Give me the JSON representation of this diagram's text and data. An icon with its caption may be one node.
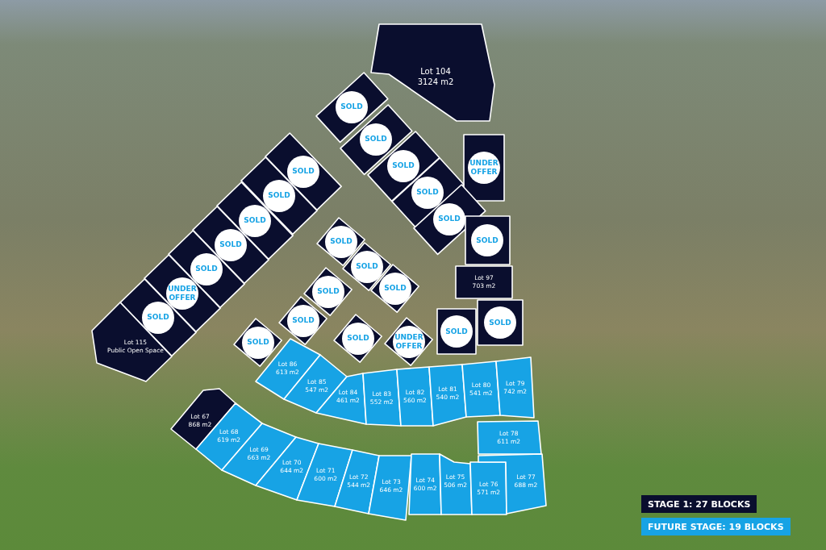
{
  "diagram": {
    "nodes": [
      {
        "text": [
          "Lot 104",
          "3124 m2"
        ]
      },
      {
        "text": [
          "SOLD"
        ]
      },
      {
        "text": [
          "SOLD"
        ]
      },
      {
        "text": [
          "SOLD"
        ]
      },
      {
        "text": [
          "UNDER OFFER"
        ]
      },
      {
        "text": [
          "SOLD"
        ]
      },
      {
        "text": [
          "SOLD"
        ]
      },
      {
        "text": [
          "SOLD"
        ]
      },
      {
        "text": [
          "Lot 97",
          "703 m2"
        ]
      },
      {
        "text": [
          "SOLD"
        ]
      },
      {
        "text": [
          "SOLD"
        ]
      },
      {
        "text": [
          "SOLD"
        ]
      },
      {
        "text": [
          "SOLD"
        ]
      },
      {
        "text": [
          "SOLD"
        ]
      },
      {
        "text": [
          "SOLD"
        ]
      },
      {
        "text": [
          "SOLD"
        ]
      },
      {
        "text": [
          "UNDER OFFER"
        ]
      },
      {
        "text": [
          "SOLD"
        ]
      },
      {
        "text": [
          "Lot 115",
          "Public Open Space"
        ]
      },
      {
        "text": [
          "SOLD"
        ]
      },
      {
        "text": [
          "SOLD"
        ]
      },
      {
        "text": [
          "SOLD"
        ]
      },
      {
        "text": [
          "SOLD"
        ]
      },
      {
        "text": [
          "SOLD"
        ]
      },
      {
        "text": [
          "SOLD"
        ]
      },
      {
        "text": [
          "UNDER OFFER"
        ]
      },
      {
        "text": [
          "SOLD"
        ]
      },
      {
        "text": [
          "Lot 86",
          "613 m2"
        ]
      },
      {
        "text": [
          "Lot 85",
          "547 m2"
        ]
      },
      {
        "text": [
          "Lot 84",
          "461 m2"
        ]
      },
      {
        "text": [
          "Lot 83",
          "552 m2"
        ]
      },
      {
        "text": [
          "Lot 82",
          "560 m2"
        ]
      },
      {
        "text": [
          "Lot 81",
          "540 m2"
        ]
      },
      {
        "text": [
          "Lot 80",
          "541 m2"
        ]
      },
      {
        "text": [
          "Lot 79",
          "742 m2"
        ]
      },
      {
        "text": [
          "Lot 78",
          "611 m2"
        ]
      },
      {
        "text": [
          "Lot 67",
          "868 m2"
        ]
      },
      {
        "text": [
          "Lot 68",
          "619 m2"
        ]
      },
      {
        "text": [
          "Lot 69",
          "663 m2"
        ]
      },
      {
        "text": [
          "Lot 70",
          "644 m2"
        ]
      },
      {
        "text": [
          "Lot 71",
          "600 m2"
        ]
      },
      {
        "text": [
          "Lot 72",
          "544 m2"
        ]
      },
      {
        "text": [
          "Lot 73",
          "646 m2"
        ]
      },
      {
        "text": [
          "Lot 74",
          "600 m2"
        ]
      },
      {
        "text": [
          "Lot 75",
          "506 m2"
        ]
      },
      {
        "text": [
          "Lot 76",
          "571 m2"
        ]
      },
      {
        "text": [
          "Lot 77",
          "688 m2"
        ]
      }
    ],
    "legend": [
      {
        "text": "STAGE 1: 27 BLOCKS",
        "color": "#0a0e2e"
      },
      {
        "text": "FUTURE STAGE: 19 BLOCKS",
        "color": "#17a3e5"
      }
    ]
  }
}
